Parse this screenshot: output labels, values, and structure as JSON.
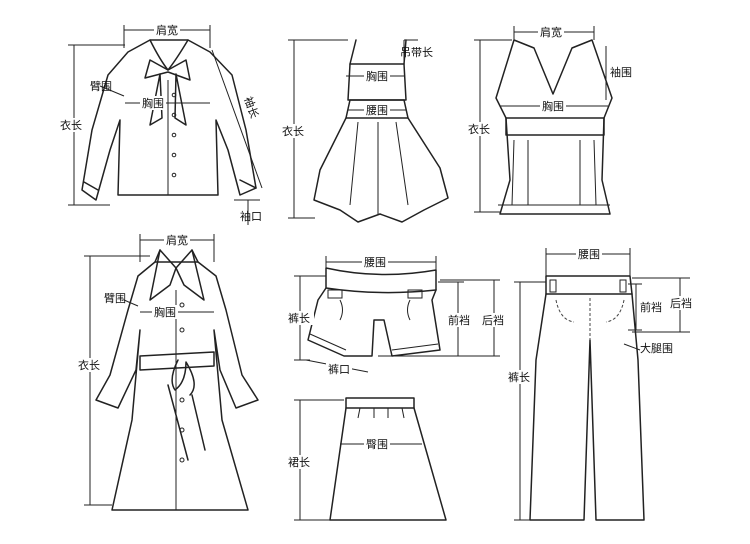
{
  "labels": {
    "shirt_shoulder": "肩宽",
    "shirt_arm": "臂围",
    "shirt_chest": "胸围",
    "shirt_length": "衣长",
    "shirt_sleeve": "袖长",
    "shirt_cuff": "袖口",
    "dress_strap": "吊带长",
    "dress_chest": "胸围",
    "dress_waist": "腰围",
    "dress_length": "衣长",
    "vest_shoulder": "肩宽",
    "vest_armhole": "袖围",
    "vest_chest": "胸围",
    "vest_length": "衣长",
    "coat_shoulder": "肩宽",
    "coat_arm": "臂围",
    "coat_chest": "胸围",
    "coat_length": "衣长",
    "shorts_waist": "腰围",
    "shorts_inseam": "裤长",
    "shorts_front": "前裆",
    "shorts_back": "后裆",
    "shorts_hem": "裤口",
    "skirt_hip": "臀围",
    "skirt_length": "裙长",
    "pants_waist": "腰围",
    "pants_front": "前裆",
    "pants_back": "后裆",
    "pants_thigh": "大腿围",
    "pants_length": "裤长"
  }
}
